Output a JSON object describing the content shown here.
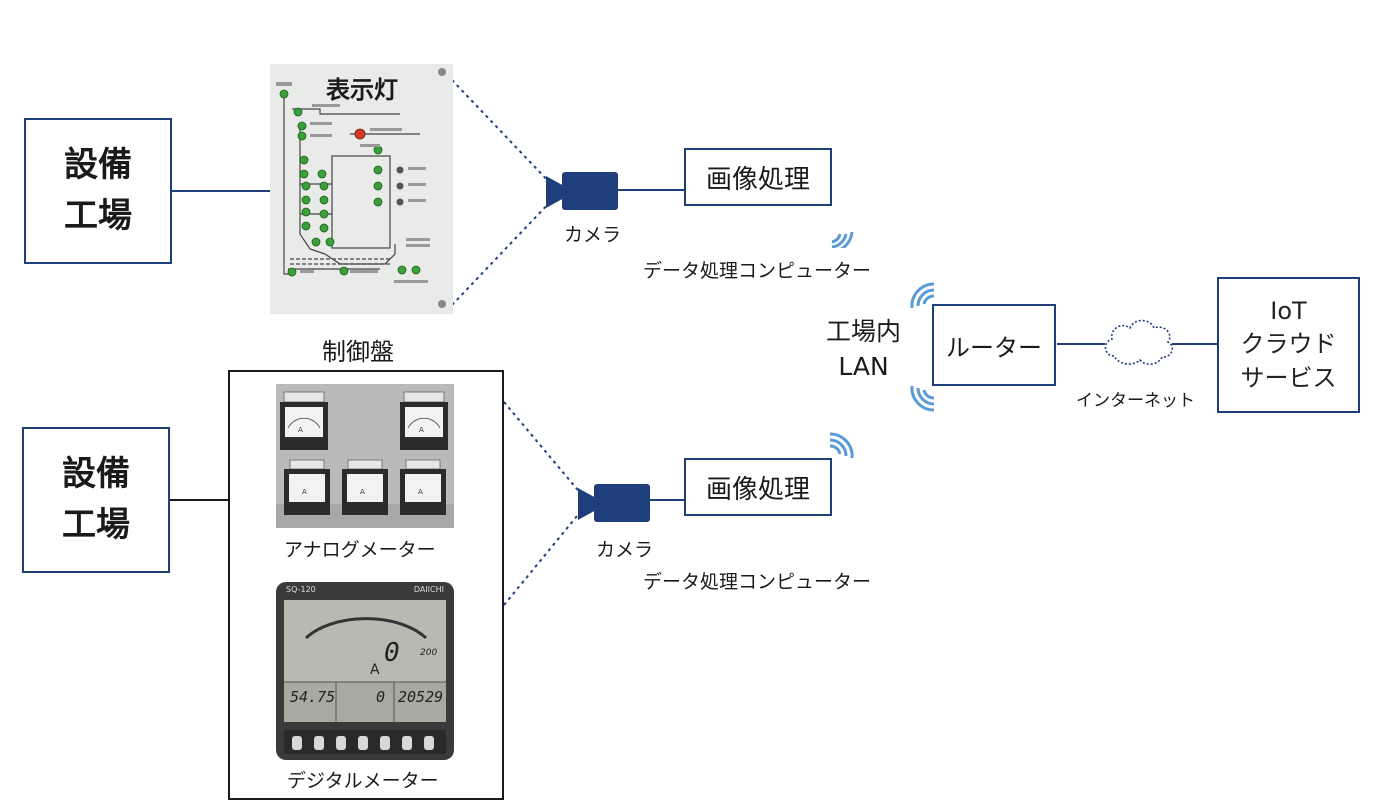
{
  "factory_top": {
    "line1": "設備",
    "line2": "工場"
  },
  "factory_bottom": {
    "line1": "設備",
    "line2": "工場"
  },
  "indicator": {
    "title": "表示灯"
  },
  "control_panel": {
    "title": "制御盤",
    "analog_label": "アナログメーター",
    "digital_label": "デジタルメーター"
  },
  "camera_top": {
    "label": "カメラ"
  },
  "camera_bottom": {
    "label": "カメラ"
  },
  "process_top": {
    "label": "画像処理",
    "caption": "データ処理コンピューター"
  },
  "process_bottom": {
    "label": "画像処理",
    "caption": "データ処理コンピューター"
  },
  "lan": {
    "line1": "工場内",
    "line2": "LAN"
  },
  "router": {
    "label": "ルーター"
  },
  "internet": {
    "label": "インターネット"
  },
  "cloud_service": {
    "line1": "IoT",
    "line2": "クラウド",
    "line3": "サービス"
  },
  "digital_meter": {
    "brand_left": "SQ-120",
    "brand_right": "DAIICHI",
    "reading_main": "0",
    "reading_small": "200",
    "unit": "A",
    "v": "54.75",
    "kw": "0",
    "kwh": "20529"
  },
  "colors": {
    "box_border": "#1f3f7a",
    "camera": "#1f3f7a",
    "wifi": "#5b9bd5",
    "led_green": "#3aa13a",
    "led_red": "#d23a2a"
  }
}
